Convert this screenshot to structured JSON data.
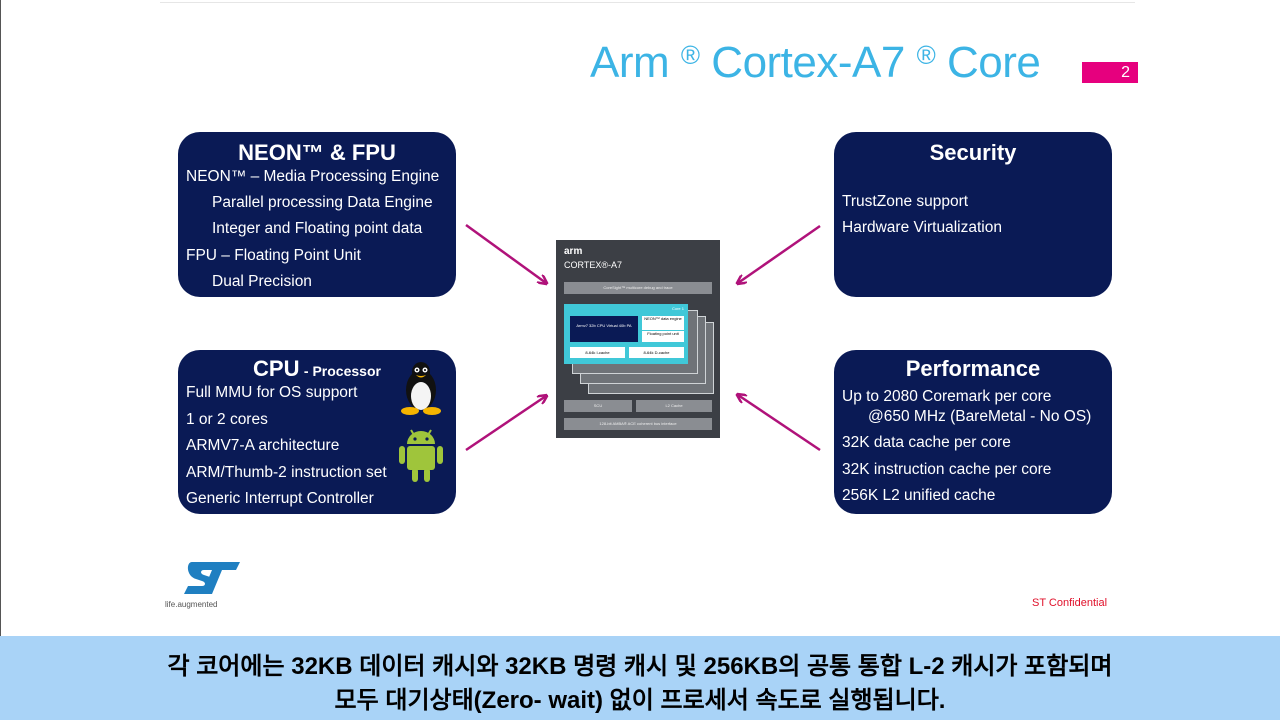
{
  "slide": {
    "title": {
      "text": "Arm ",
      "reg1": "®",
      "mid": " Cortex-A7 ",
      "reg2": "®",
      "end": " Core"
    },
    "page_tag": "2",
    "confidential": "ST Confidential",
    "logo_tagline": "life.augmented",
    "colors": {
      "title": "#3cb4e5",
      "box": "#0a1a55",
      "arrow": "#b0127a",
      "tag": "#e6007e",
      "subtitle_bar": "#a9d3f7"
    }
  },
  "boxes": {
    "neon": {
      "title": "NEON™ & FPU",
      "lines": [
        "NEON™ – Media Processing Engine",
        "Parallel processing Data Engine",
        "Integer and Floating point data",
        "FPU – Floating Point Unit",
        "Dual Precision"
      ]
    },
    "security": {
      "title": "Security",
      "lines": [
        "TrustZone support",
        "Hardware Virtualization"
      ]
    },
    "cpu": {
      "title": "CPU",
      "title_suffix": "- Processor",
      "lines": [
        "Full MMU for OS support",
        "1 or 2 cores",
        "ARMV7-A architecture",
        "ARM/Thumb-2 instruction set",
        "Generic Interrupt Controller"
      ],
      "icons": [
        "linux-tux-icon",
        "android-icon"
      ]
    },
    "performance": {
      "title": "Performance",
      "lines": [
        "Up to 2080 Coremark per core",
        "@650 MHz (BareMetal - No OS)",
        "32K data cache per core",
        "32K instruction cache per core",
        "256K L2 unified cache"
      ]
    }
  },
  "chip": {
    "brand": "arm",
    "name": "CORTEX®-A7",
    "bar": "CoreSight™ multicore debug and trace",
    "core_label": "Core 1",
    "cpu_block": "Armv7 32b CPU Virtual 40b PA",
    "neon_block": "NEON™ data engine",
    "fp_block": "Floating point unit",
    "icache": "8-64k I-cache",
    "dcache": "8-64k D-cache",
    "scu": "SCU",
    "l2": "L2 Cache",
    "axi": "128-bit AMBA® ACE coherent bus interface"
  },
  "subtitle": {
    "line1": "각 코어에는 32KB 데이터 캐시와 32KB 명령 캐시 및 256KB의 공통 통합 L-2 캐시가 포함되며",
    "line2": "모두 대기상태(Zero- wait) 없이 프로세서 속도로 실행됩니다."
  }
}
